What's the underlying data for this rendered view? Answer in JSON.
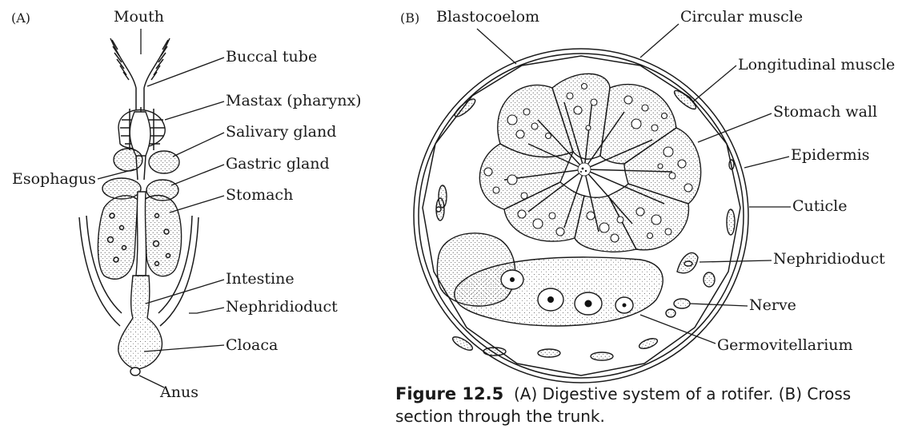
{
  "panel_a": {
    "tag": "(A)",
    "labels": {
      "mouth": "Mouth",
      "buccal_tube": "Buccal tube",
      "mastax": "Mastax (pharynx)",
      "salivary_gland": "Salivary gland",
      "gastric_gland": "Gastric gland",
      "esophagus": "Esophagus",
      "stomach": "Stomach",
      "intestine": "Intestine",
      "nephridioduct": "Nephridioduct",
      "cloaca": "Cloaca",
      "anus": "Anus"
    }
  },
  "panel_b": {
    "tag": "(B)",
    "labels": {
      "blastocoelom": "Blastocoelom",
      "circular_muscle": "Circular muscle",
      "longitudinal_muscle": "Longitudinal muscle",
      "stomach_wall": "Stomach wall",
      "epidermis": "Epidermis",
      "cuticle": "Cuticle",
      "nephridioduct": "Nephridioduct",
      "nerve": "Nerve",
      "germovitellarium": "Germovitellarium"
    }
  },
  "caption": {
    "figure": "Figure 12.5",
    "text_line1": "(A) Digestive system of a rotifer. (B) Cross",
    "text_line2": "section through the trunk."
  }
}
